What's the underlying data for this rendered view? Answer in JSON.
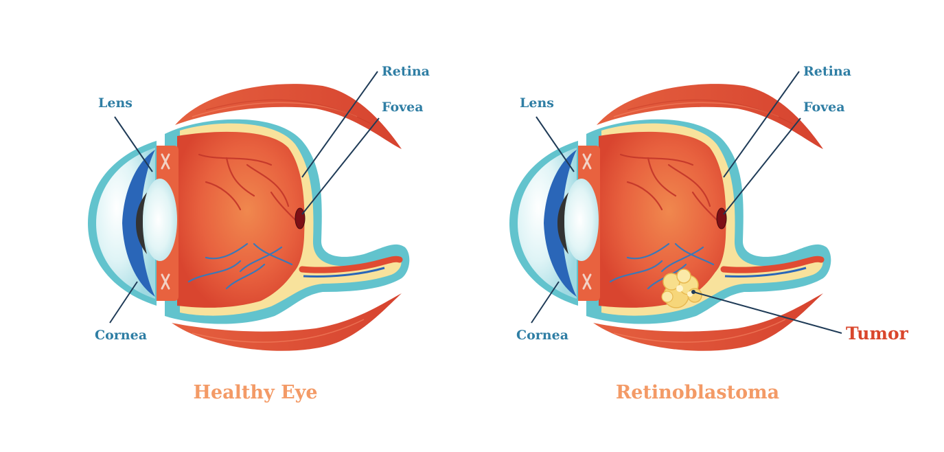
{
  "colors": {
    "label_blue": "#2f7ea4",
    "caption_orange": "#f39a66",
    "tumor_red": "#d9462c",
    "leader_line": "#1f3b57",
    "outer_shell": "#62c3cd",
    "sclera_yellow": "#f8e29c",
    "eye_interior": "#e5553a",
    "muscle": "#e2553d",
    "iris_blue": "#2a66b8",
    "cornea_light": "#bfe9ef",
    "tumor_yellow": "#f6d67a"
  },
  "diagrams": [
    {
      "caption": "Healthy Eye",
      "labels": {
        "lens": "Lens",
        "cornea": "Cornea",
        "retina": "Retina",
        "fovea": "Fovea"
      }
    },
    {
      "caption": "Retinoblastoma",
      "labels": {
        "lens": "Lens",
        "cornea": "Cornea",
        "retina": "Retina",
        "fovea": "Fovea",
        "tumor": "Tumor"
      }
    }
  ]
}
